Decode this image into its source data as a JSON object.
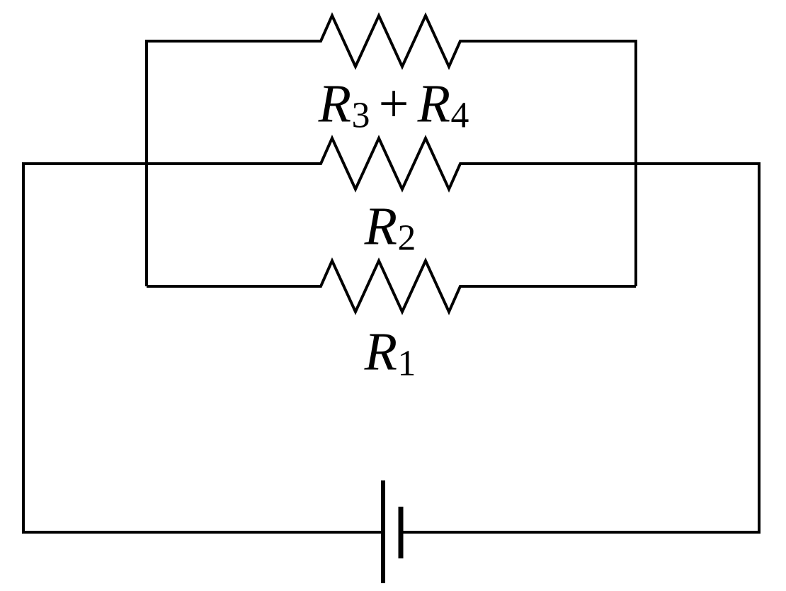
{
  "colors": {
    "ink": "#000000",
    "background": "#ffffff"
  },
  "diagram": {
    "kind": "electrical-circuit",
    "components": [
      {
        "name": "resistor-branch-top",
        "label": "R3 + R4"
      },
      {
        "name": "resistor-branch-middle",
        "label": "R2"
      },
      {
        "name": "resistor-branch-bottom",
        "label": "R1"
      },
      {
        "name": "battery",
        "label": ""
      }
    ]
  },
  "labels": {
    "branch_top": {
      "first_base": "R",
      "first_sub": "3",
      "operator": "+",
      "second_base": "R",
      "second_sub": "4"
    },
    "branch_middle": {
      "base": "R",
      "sub": "2"
    },
    "branch_bottom": {
      "base": "R",
      "sub": "1"
    }
  }
}
